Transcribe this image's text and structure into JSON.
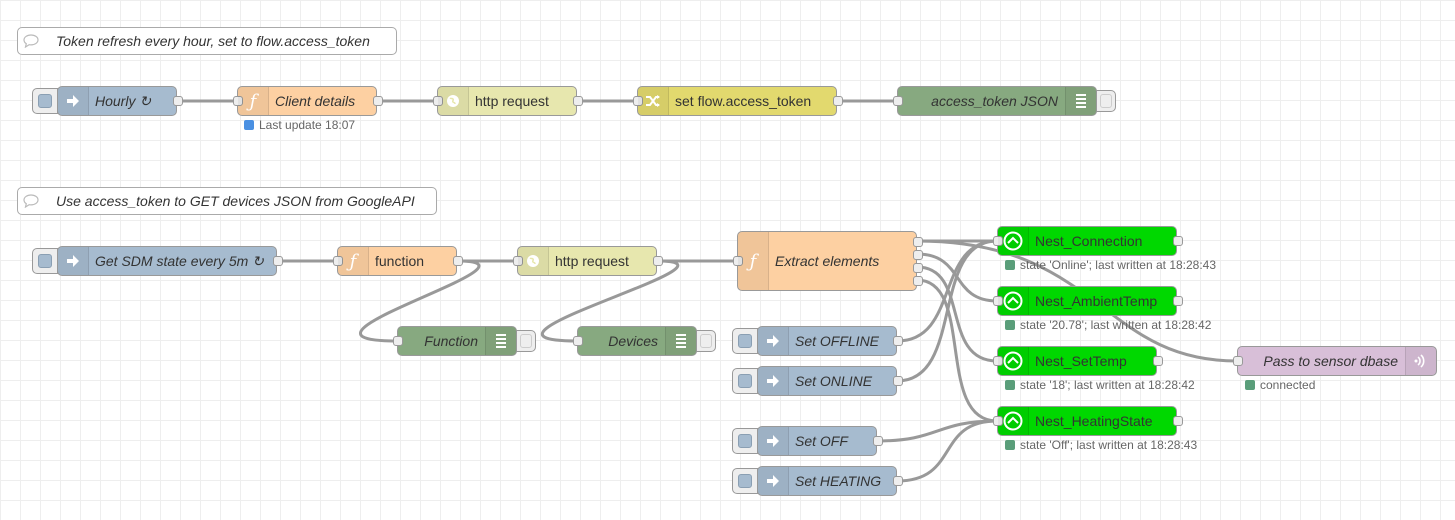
{
  "comments": {
    "c1": "Token refresh every hour, set to flow.access_token",
    "c2": "Use access_token to GET devices JSON from GoogleAPI"
  },
  "nodes": {
    "hourly": "Hourly ↻",
    "client_details": "Client details",
    "http_request_1": "http request",
    "set_flow": "set flow.access_token",
    "access_token_json": "access_token JSON",
    "get_sdm": "Get SDM state every 5m ↻",
    "function_1": "function",
    "http_request_2": "http request",
    "extract": "Extract elements",
    "function_debug": "Function",
    "devices_debug": "Devices",
    "set_offline": "Set OFFLINE",
    "set_online": "Set ONLINE",
    "set_off": "Set OFF",
    "set_heating": "Set HEATING",
    "nest_connection": "Nest_Connection",
    "nest_ambient": "Nest_AmbientTemp",
    "nest_settemp": "Nest_SetTemp",
    "nest_heating": "Nest_HeatingState",
    "pass_sensor": "Pass to sensor dbase"
  },
  "statuses": {
    "client_details": "Last update 18:07",
    "nest_connection": "state 'Online'; last written at 18:28:43",
    "nest_ambient": "state '20.78'; last written at 18:28:42",
    "nest_settemp": "state '18'; last written at 18:28:42",
    "nest_heating": "state 'Off'; last written at 18:28:43",
    "pass_sensor": "connected"
  },
  "icons": {
    "inject": "arrow-right-icon",
    "function": "function-icon",
    "http": "globe-icon",
    "change": "shuffle-icon",
    "debug": "list-icon",
    "ha": "home-assistant-icon",
    "mqtt": "signal-icon"
  },
  "colors": {
    "inject": "#a6bbcf",
    "function": "#fdd0a2",
    "http": "#e7e7ae",
    "change": "#e2d96e",
    "debug": "#87a980",
    "home_assistant": "#00d800",
    "mqtt": "#d8bfd8",
    "status_blue": "#4a90e2",
    "status_green": "#5a9e7a",
    "wire": "#999999"
  }
}
